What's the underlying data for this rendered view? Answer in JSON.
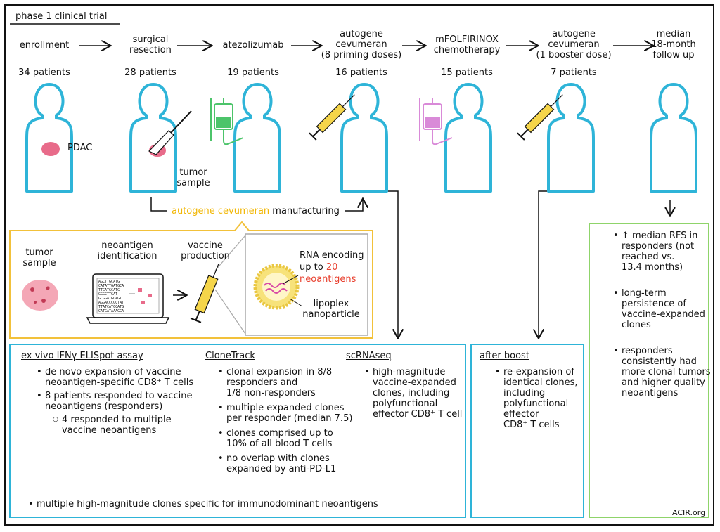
{
  "title": "phase 1 clinical trial",
  "stages": [
    {
      "label": "enrollment",
      "patients": "34 patients"
    },
    {
      "label": "surgical\nresection",
      "patients": "28 patients"
    },
    {
      "label": "atezolizumab",
      "patients": "19 patients"
    },
    {
      "label": "autogene\ncevumeran\n(8 priming doses)",
      "patients": "16 patients"
    },
    {
      "label": "mFOLFIRINOX\nchemotherapy",
      "patients": "15 patients"
    },
    {
      "label": "autogene\ncevumeran\n(1 booster dose)",
      "patients": "7 patients"
    },
    {
      "label": "median\n18-month\nfollow up",
      "patients": ""
    }
  ],
  "pdac_label": "PDAC",
  "tumor_sample_label": "tumor\nsample",
  "manufacturing": {
    "highlight": "autogene cevumeran",
    "rest": " manufacturing",
    "highlight_color": "#f2b705"
  },
  "process": {
    "tumor_sample": "tumor\nsample",
    "neoantigen_identification": "neoantigen\nidentification",
    "vaccine_production": "vaccine\nproduction",
    "rna_encoding_line1": "RNA encoding",
    "rna_encoding_line2a": "up to ",
    "rna_encoding_count": "20",
    "rna_encoding_line3": "neoantigens",
    "lipoplex": "lipoplex\nnanoparticle",
    "sequence_text": "AGCTTGCATG\nCATATTGATGCA\nTTGATGCATG\nGGGCTTGAT\nGCGGATGCAGT\nAGGACCCGCTAT\nTTATCATGCATG\nCATGATAAAGGA",
    "red_color": "#e8402f"
  },
  "assays": {
    "elispot": {
      "title": "ex vivo IFNγ ELISpot assay",
      "items": [
        "de novo expansion of vaccine",
        "neoantigen-specific CD8⁺ T cells",
        "8 patients responded to vaccine",
        "neoantigens (responders)"
      ],
      "sub": [
        "4 responded to multiple",
        "vaccine neoantigens"
      ]
    },
    "clonetrack": {
      "title": "CloneTrack",
      "items": [
        [
          "clonal expansion in 8/8",
          "responders and",
          "1/8 non-responders"
        ],
        [
          "multiple expanded clones",
          "per responder (median 7.5)"
        ],
        [
          "clones comprised up to",
          "10% of all blood T cells"
        ],
        [
          "no overlap with clones",
          "expanded by anti-PD-L1"
        ]
      ]
    },
    "scrnaseq": {
      "title": "scRNAseq",
      "items": [
        [
          "high-magnitude",
          "vaccine-expanded",
          "clones, including",
          "polyfunctional",
          "effector CD8⁺ T cell"
        ]
      ]
    },
    "bottom": "multiple high-magnitude clones specific for immunodominant neoantigens"
  },
  "after_boost": {
    "title": "after boost",
    "items": [
      [
        "re-expansion of",
        "identical clones,",
        "including",
        "polyfunctional",
        "effector",
        "CD8⁺ T cells"
      ]
    ]
  },
  "outcomes": [
    [
      "↑ median RFS in",
      "responders (not",
      "reached  vs.",
      "13.4 months)"
    ],
    [
      "long-term",
      "persistence of",
      "vaccine-expanded",
      "clones"
    ],
    [
      "responders",
      "consistently had",
      "more clonal tumors",
      "and higher quality",
      "neoantigens"
    ]
  ],
  "source": "ACIR.org",
  "colors": {
    "body": "#2eb4d8",
    "iv_green": "#4cc46a",
    "iv_pink": "#d98ad8",
    "tumor": "#e86b8a",
    "syringe": "#f5d54a",
    "orange_box": "#f2c13a",
    "green_box": "#8fd46a"
  }
}
